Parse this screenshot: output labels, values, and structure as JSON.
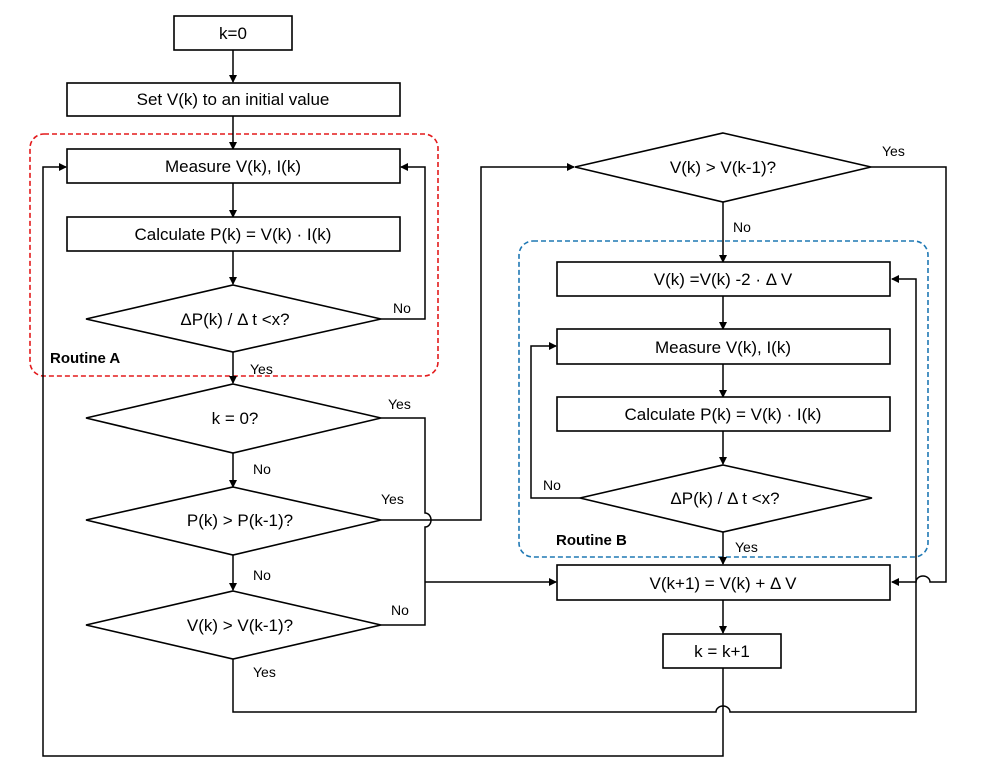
{
  "nodes": {
    "k_init": "k=0",
    "set_v": "Set V(k) to an initial value",
    "measure_a": "Measure V(k), I(k)",
    "calc_a": "Calculate P(k) = V(k) · I(k)",
    "cond_a": "ΔP(k) / Δ t <x?",
    "cond_k0": "k = 0?",
    "cond_p": "P(k) > P(k-1)?",
    "cond_v_left": "V(k) > V(k-1)?",
    "cond_v_right": "V(k) > V(k-1)?",
    "v_dec": "V(k) =V(k) -2 · Δ V",
    "measure_b": "Measure V(k), I(k)",
    "calc_b": "Calculate P(k) = V(k) · I(k)",
    "cond_b": "ΔP(k) / Δ t <x?",
    "v_inc": "V(k+1) = V(k) + Δ V",
    "k_inc": "k = k+1"
  },
  "routines": {
    "a": "Routine A",
    "b": "Routine B"
  },
  "edge_labels": {
    "a_no": "No",
    "a_yes": "Yes",
    "k0_yes": "Yes",
    "k0_no": "No",
    "p_yes": "Yes",
    "p_no": "No",
    "vleft_no": "No",
    "vleft_yes": "Yes",
    "vright_yes": "Yes",
    "vright_no": "No",
    "b_no": "No",
    "b_yes": "Yes"
  },
  "colors": {
    "routine_a_border": "#e31a1c",
    "routine_b_border": "#1f78b4",
    "line": "#000000"
  }
}
